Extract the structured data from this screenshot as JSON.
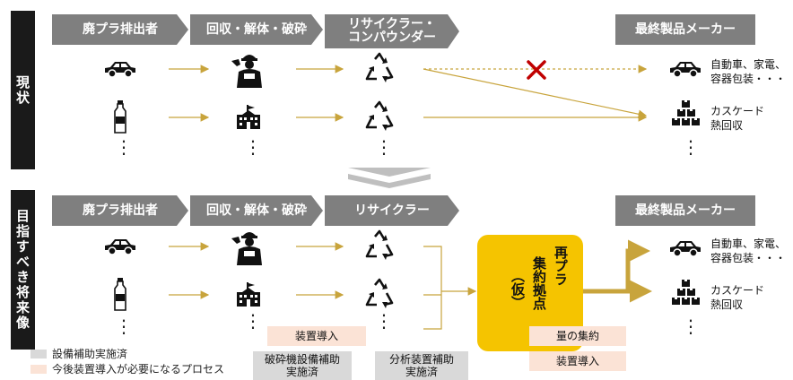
{
  "sections": {
    "current": "現状",
    "future": "目指すべき将来像"
  },
  "current_row": {
    "emitter": "廃プラ排出者",
    "collection": "回収・解体・破砕",
    "recycler": "リサイクラー・\nコンパウンダー",
    "maker": "最終製品メーカー"
  },
  "future_row": {
    "emitter": "廃プラ排出者",
    "collection": "回収・解体・破砕",
    "recycler": "リサイクラー",
    "maker": "最終製品メーカー"
  },
  "products": {
    "car_line1": "自動車、家電、",
    "car_line2": "容器包装・・・",
    "cascade_line1": "カスケード",
    "cascade_line2": "熱回収"
  },
  "hub": {
    "col1": "再プラ",
    "col2": "集約拠点",
    "col3": "（仮）"
  },
  "tags": {
    "device_intro_1": "装置導入",
    "crusher_subsidy": "破砕機設備補助\n実施済",
    "analysis_subsidy": "分析装置補助\n実施済",
    "volume_aggregation": "量の集約",
    "device_intro_2": "装置導入"
  },
  "legend": {
    "grey": "設備補助実施済",
    "peach": "今後装置導入が必要になるプロセス"
  },
  "ellipsis": "⋮",
  "icons": [
    "car-icon",
    "bottle-icon",
    "worker-icon",
    "factory-icon",
    "recycle-icon",
    "cross-icon",
    "boxes-icon"
  ],
  "colors": {
    "arrow": "#c8a43c",
    "header": "#7f7f7f",
    "side": "#1a1a1a",
    "hub": "#f5c400",
    "peach": "#fbe3d6",
    "grey": "#d9d9d9",
    "cross": "#c00000"
  }
}
